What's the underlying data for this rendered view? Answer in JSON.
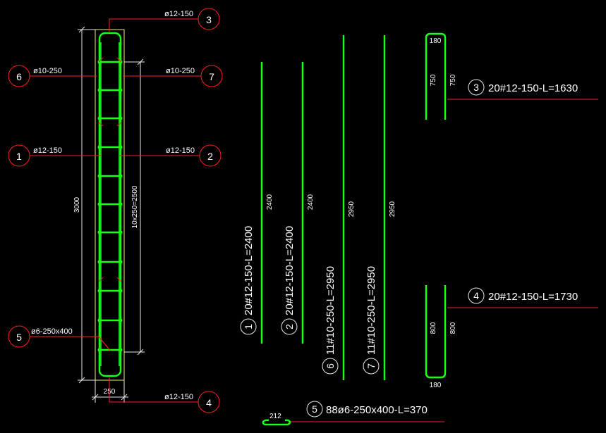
{
  "callouts": [
    {
      "num": "3",
      "label": "ø12-150"
    },
    {
      "num": "6",
      "label": "ø10-250"
    },
    {
      "num": "7",
      "label": "ø10-250"
    },
    {
      "num": "1",
      "label": "ø12-150"
    },
    {
      "num": "2",
      "label": "ø12-150"
    },
    {
      "num": "5",
      "label": "ø6-250x400"
    },
    {
      "num": "4",
      "label": "ø12-150"
    }
  ],
  "section": {
    "height_dim": "3000",
    "spacing_dim": "10x250=2500",
    "width_dim": "250"
  },
  "bars": [
    {
      "num": "1",
      "spec": "20#12-150-L=2400",
      "length": "2400"
    },
    {
      "num": "2",
      "spec": "20#12-150-L=2400",
      "length": "2400"
    },
    {
      "num": "6",
      "spec": "11#10-250-L=2950",
      "length": "2950"
    },
    {
      "num": "7",
      "spec": "11#10-250-L=2950",
      "length": "2950"
    }
  ],
  "hooked_bars": [
    {
      "num": "3",
      "spec": "20#12-150-L=1630",
      "top": "180",
      "leg_left": "750",
      "leg_right": "750"
    },
    {
      "num": "4",
      "spec": "20#12-150-L=1730",
      "bottom": "180",
      "leg_left": "800",
      "leg_right": "800"
    }
  ],
  "stirrup": {
    "num": "5",
    "spec": "88ø6-250x400-L=370",
    "dim": "212"
  },
  "colors": {
    "rebar": "#18ff18",
    "leader": "#ff2020",
    "dimension": "#e8e8e8",
    "outline": "#f0f060",
    "background": "#000000"
  }
}
